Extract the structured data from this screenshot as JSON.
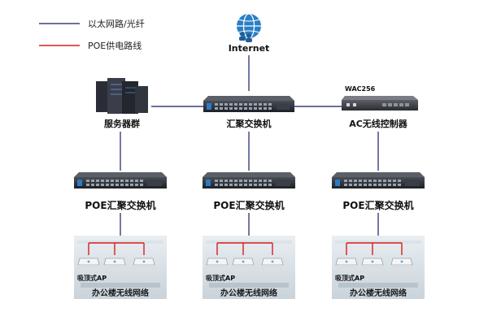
{
  "legend": {
    "ethernet_label": "以太网路/光纤",
    "poe_label": "POE供电路线",
    "ethernet_color": "#3a3f7a",
    "poe_color": "#d81e1e"
  },
  "nodes": {
    "internet": "Internet",
    "servers": "服务器群",
    "core_switch": "汇聚交换机",
    "ac_model": "WAC256",
    "ac_controller": "AC无线控制器"
  },
  "poe_switches": [
    {
      "label": "POE汇聚交换机"
    },
    {
      "label": "POE汇聚交换机"
    },
    {
      "label": "POE汇聚交换机"
    }
  ],
  "offices": [
    {
      "ap_label": "吸顶式AP",
      "caption": "办公楼无线网络"
    },
    {
      "ap_label": "吸顶式AP",
      "caption": "办公楼无线网络"
    },
    {
      "ap_label": "吸顶式AP",
      "caption": "办公楼无线网络"
    }
  ]
}
